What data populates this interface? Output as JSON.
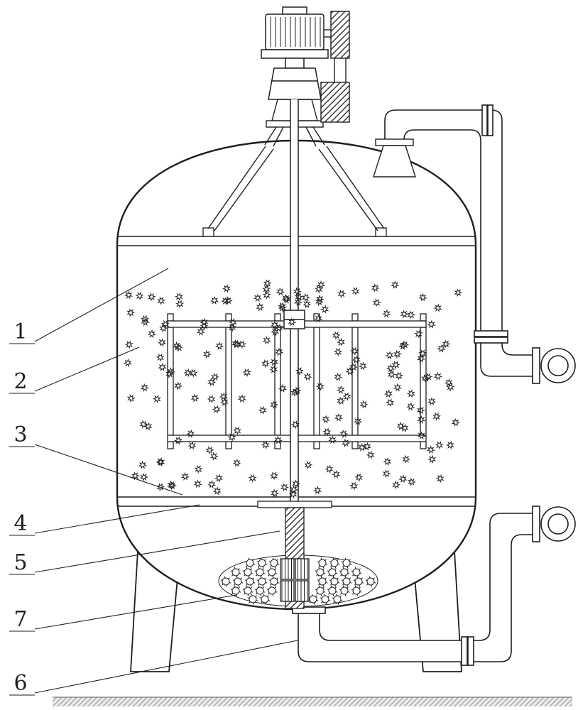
{
  "drawing": {
    "background": "#ffffff",
    "line_color": "#1e1e1e",
    "ground_color": "#9a9a9a",
    "callouts": [
      {
        "label": "1"
      },
      {
        "label": "2"
      },
      {
        "label": "3"
      },
      {
        "label": "4"
      },
      {
        "label": "5"
      },
      {
        "label": "7"
      },
      {
        "label": "6"
      }
    ]
  }
}
